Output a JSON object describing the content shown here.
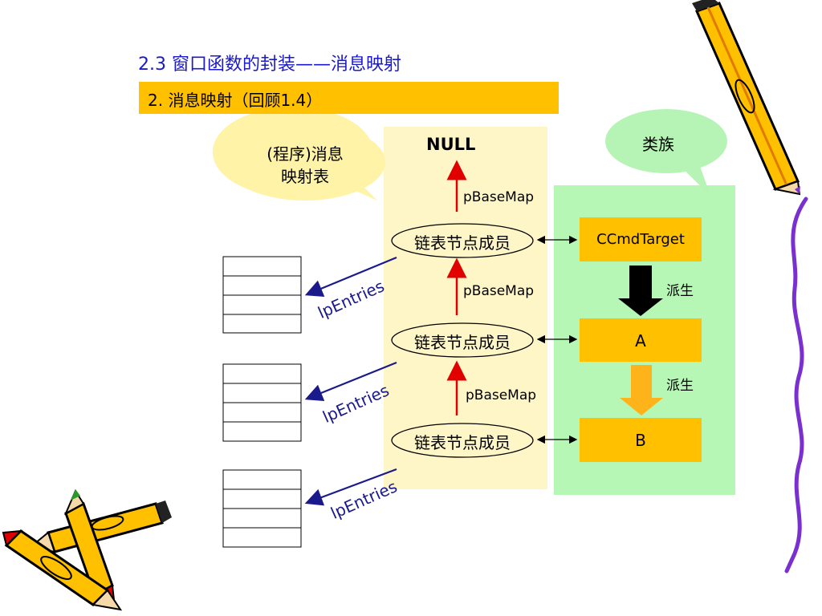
{
  "title": "2.3  窗口函数的封装——消息映射",
  "subtitle": "2. 消息映射（回顾1.4）",
  "callout_left": {
    "line1": "(程序)消息",
    "line2": "映射表"
  },
  "callout_right": "类族",
  "null_label": "NULL",
  "node_label": "链表节点成员",
  "pbasemap_label": "pBaseMap",
  "lpentries_label": "lpEntries",
  "classes": [
    "CCmdTarget",
    "A",
    "B"
  ],
  "derive_label": "派生",
  "colors": {
    "title_blue": "#1a1acc",
    "orange": "#ffc000",
    "cream": "#fff6c8",
    "light_green": "#b6f7b6",
    "callout_yellow": "#fff3a8",
    "callout_green": "#b6f4b6",
    "arrow_red": "#e00000",
    "arrow_navy": "#1a1a8c"
  }
}
